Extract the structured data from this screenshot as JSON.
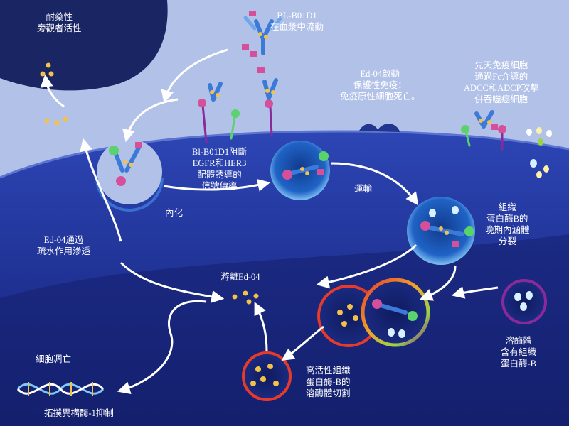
{
  "colors": {
    "extracellular": "#aebde6",
    "cytoplasm": "#2639a3",
    "deep_cytoplasm": "#111e66",
    "bystander_cell": "#1a2563",
    "vesicle": "#1f4fb5",
    "payload_dot": "#f2c24a",
    "antibody_blue": "#3b7ad8",
    "payload_pink": "#d64f9a",
    "receptor_green": "#5bd36c",
    "lysosome_purple": "#8a2a9a",
    "high_activity_ring": "#e63b2a"
  },
  "labels": {
    "bystander": [
      "耐藥性",
      "旁觀者活性"
    ],
    "circulation": [
      "BL-B01D1",
      "在血漿中流動"
    ],
    "immunity": [
      "Ed-04啟動",
      "保護性免疫：",
      "免疫原性細胞死亡。"
    ],
    "innate": [
      "先天免疫細胞",
      "通過Fc介導的",
      "ADCC和ADCP攻擊",
      "併吞噬癌細胞"
    ],
    "block": [
      "Bl-B01D1阻斷",
      "EGFR和HER3",
      "配體誘導的",
      "信號傳導"
    ],
    "internalize": "內化",
    "transport": "運輸",
    "late_endosome": [
      "組織",
      "蛋白酶B的",
      "晚期內涵體",
      "分裂"
    ],
    "permeate": [
      "Ed-04通過",
      "疏水作用滲透"
    ],
    "free_payload": "游離Ed-04",
    "apoptosis": "細胞凋亡",
    "topo": "拓撲異構酶-1抑制",
    "high_activity": [
      "高活性組織",
      "蛋白酶-B的",
      "溶酶體切割"
    ],
    "lysosome": [
      "溶酶體",
      "含有組織",
      "蛋白酶-B"
    ]
  }
}
